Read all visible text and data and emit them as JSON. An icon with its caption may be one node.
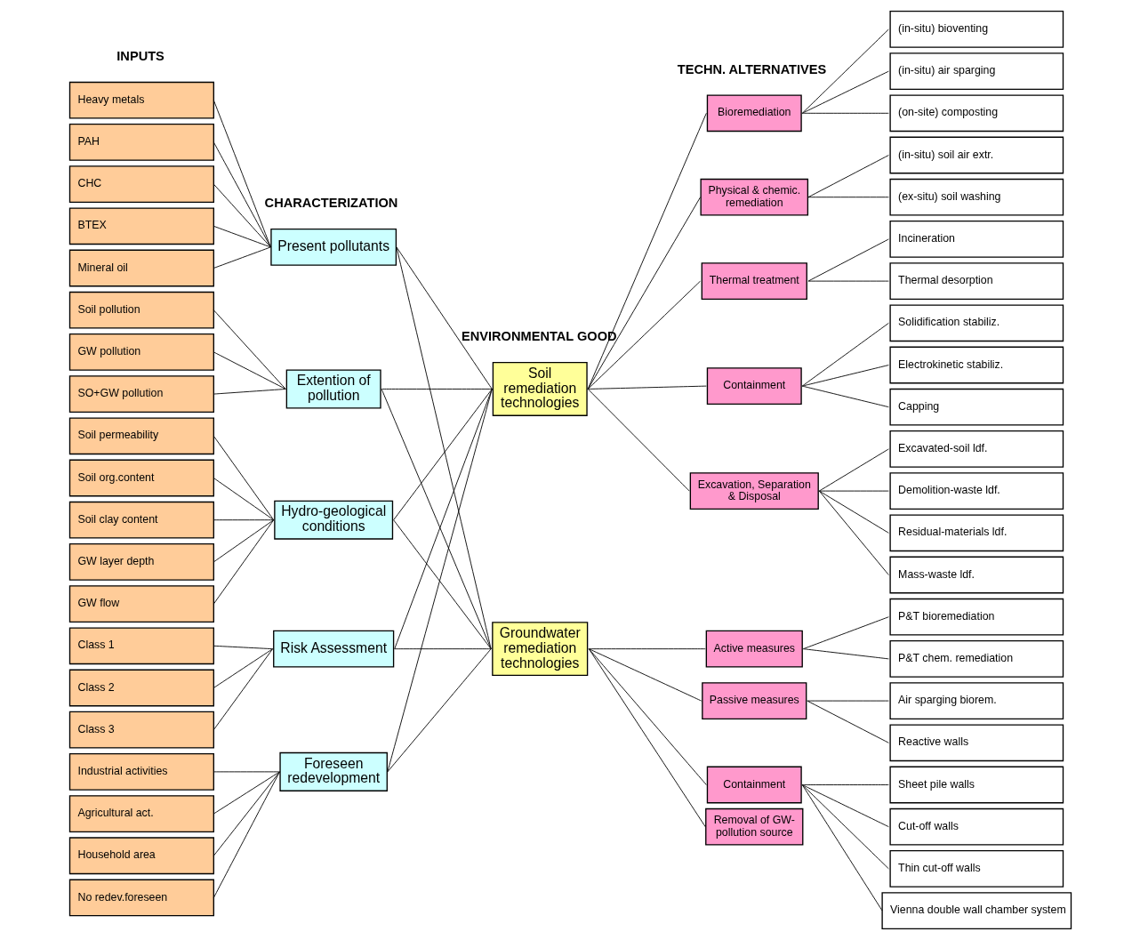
{
  "diagram": {
    "nodes": [
      {
        "text": [
          "Heavy metals"
        ]
      },
      {
        "text": [
          "PAH"
        ]
      },
      {
        "text": [
          "CHC"
        ]
      },
      {
        "text": [
          "BTEX"
        ]
      },
      {
        "text": [
          "Mineral oil"
        ]
      },
      {
        "text": [
          "Soil pollution"
        ]
      },
      {
        "text": [
          "GW pollution"
        ]
      },
      {
        "text": [
          "SO+GW pollution"
        ]
      },
      {
        "text": [
          "Soil permeability"
        ]
      },
      {
        "text": [
          "Soil org.content"
        ]
      },
      {
        "text": [
          "Soil clay content"
        ]
      },
      {
        "text": [
          "GW layer depth"
        ]
      },
      {
        "text": [
          "GW flow"
        ]
      },
      {
        "text": [
          "Class 1"
        ]
      },
      {
        "text": [
          "Class 2"
        ]
      },
      {
        "text": [
          "Class 3"
        ]
      },
      {
        "text": [
          "Industrial activities"
        ]
      },
      {
        "text": [
          "Agricultural act."
        ]
      },
      {
        "text": [
          "Household area"
        ]
      },
      {
        "text": [
          "No redev.foreseen"
        ]
      },
      {
        "text": [
          "Present pollutants"
        ]
      },
      {
        "text": [
          "Extention of pollution"
        ]
      },
      {
        "text": [
          "Hydro-geological conditions"
        ]
      },
      {
        "text": [
          "Risk Assessment"
        ]
      },
      {
        "text": [
          "Foreseen redevelopment"
        ]
      },
      {
        "text": [
          "Soil remediation technologies"
        ]
      },
      {
        "text": [
          "Groundwater remediation technologies"
        ]
      },
      {
        "text": [
          "Bioremediation"
        ]
      },
      {
        "text": [
          "Physical & chemic. remediation"
        ]
      },
      {
        "text": [
          "Thermal treatment"
        ]
      },
      {
        "text": [
          "Containment"
        ]
      },
      {
        "text": [
          "Excavation, Separation & Disposal"
        ]
      },
      {
        "text": [
          "Active measures"
        ]
      },
      {
        "text": [
          "Passive measures"
        ]
      },
      {
        "text": [
          "Containment"
        ]
      },
      {
        "text": [
          "Removal of GW-pollution source"
        ]
      },
      {
        "text": [
          "(in-situ) bioventing"
        ]
      },
      {
        "text": [
          "(in-situ) air sparging"
        ]
      },
      {
        "text": [
          "(on-site) composting"
        ]
      },
      {
        "text": [
          "(in-situ) soil air extr."
        ]
      },
      {
        "text": [
          "(ex-situ) soil washing"
        ]
      },
      {
        "text": [
          "Incineration"
        ]
      },
      {
        "text": [
          "Thermal desorption"
        ]
      },
      {
        "text": [
          "Solidification stabiliz."
        ]
      },
      {
        "text": [
          "Electrokinetic stabiliz."
        ]
      },
      {
        "text": [
          "Capping"
        ]
      },
      {
        "text": [
          "Excavated-soil ldf."
        ]
      },
      {
        "text": [
          "Demolition-waste ldf."
        ]
      },
      {
        "text": [
          "Residual-materials ldf."
        ]
      },
      {
        "text": [
          "Mass-waste ldf."
        ]
      },
      {
        "text": [
          "P&T bioremediation"
        ]
      },
      {
        "text": [
          "P&T chem. remediation"
        ]
      },
      {
        "text": [
          "Air sparging biorem."
        ]
      },
      {
        "text": [
          "Reactive walls"
        ]
      },
      {
        "text": [
          "Sheet pile walls"
        ]
      },
      {
        "text": [
          "Cut-off walls"
        ]
      },
      {
        "text": [
          "Thin cut-off walls"
        ]
      },
      {
        "text": [
          "Vienna double wall chamber system"
        ]
      }
    ],
    "edges": [
      {
        "from": 0,
        "to": 20,
        "arrow": "none"
      },
      {
        "from": 1,
        "to": 20,
        "arrow": "none"
      },
      {
        "from": 2,
        "to": 20,
        "arrow": "none"
      },
      {
        "from": 3,
        "to": 20,
        "arrow": "none"
      },
      {
        "from": 4,
        "to": 20,
        "arrow": "none"
      },
      {
        "from": 5,
        "to": 21,
        "arrow": "none"
      },
      {
        "from": 6,
        "to": 21,
        "arrow": "none"
      },
      {
        "from": 7,
        "to": 21,
        "arrow": "none"
      },
      {
        "from": 8,
        "to": 22,
        "arrow": "none"
      },
      {
        "from": 9,
        "to": 22,
        "arrow": "none"
      },
      {
        "from": 10,
        "to": 22,
        "arrow": "none"
      },
      {
        "from": 11,
        "to": 22,
        "arrow": "none"
      },
      {
        "from": 12,
        "to": 22,
        "arrow": "none"
      },
      {
        "from": 13,
        "to": 23,
        "arrow": "none"
      },
      {
        "from": 14,
        "to": 23,
        "arrow": "none"
      },
      {
        "from": 15,
        "to": 23,
        "arrow": "none"
      },
      {
        "from": 16,
        "to": 24,
        "arrow": "none"
      },
      {
        "from": 17,
        "to": 24,
        "arrow": "none"
      },
      {
        "from": 18,
        "to": 24,
        "arrow": "none"
      },
      {
        "from": 19,
        "to": 24,
        "arrow": "none"
      },
      {
        "from": 20,
        "to": 25,
        "arrow": "none"
      },
      {
        "from": 20,
        "to": 26,
        "arrow": "none"
      },
      {
        "from": 21,
        "to": 25,
        "arrow": "none"
      },
      {
        "from": 21,
        "to": 26,
        "arrow": "none"
      },
      {
        "from": 22,
        "to": 25,
        "arrow": "none"
      },
      {
        "from": 22,
        "to": 26,
        "arrow": "none"
      },
      {
        "from": 23,
        "to": 25,
        "arrow": "none"
      },
      {
        "from": 23,
        "to": 26,
        "arrow": "none"
      },
      {
        "from": 24,
        "to": 25,
        "arrow": "none"
      },
      {
        "from": 24,
        "to": 26,
        "arrow": "none"
      },
      {
        "from": 25,
        "to": 27,
        "arrow": "none"
      },
      {
        "from": 25,
        "to": 28,
        "arrow": "none"
      },
      {
        "from": 25,
        "to": 29,
        "arrow": "none"
      },
      {
        "from": 25,
        "to": 30,
        "arrow": "none"
      },
      {
        "from": 25,
        "to": 31,
        "arrow": "none"
      },
      {
        "from": 26,
        "to": 32,
        "arrow": "none"
      },
      {
        "from": 26,
        "to": 33,
        "arrow": "none"
      },
      {
        "from": 26,
        "to": 34,
        "arrow": "none"
      },
      {
        "from": 26,
        "to": 35,
        "arrow": "none"
      },
      {
        "from": 27,
        "to": 36,
        "arrow": "none"
      },
      {
        "from": 27,
        "to": 37,
        "arrow": "none"
      },
      {
        "from": 27,
        "to": 38,
        "arrow": "none"
      },
      {
        "from": 28,
        "to": 39,
        "arrow": "none"
      },
      {
        "from": 28,
        "to": 40,
        "arrow": "none"
      },
      {
        "from": 29,
        "to": 41,
        "arrow": "none"
      },
      {
        "from": 29,
        "to": 42,
        "arrow": "none"
      },
      {
        "from": 30,
        "to": 43,
        "arrow": "none"
      },
      {
        "from": 30,
        "to": 44,
        "arrow": "none"
      },
      {
        "from": 30,
        "to": 45,
        "arrow": "none"
      },
      {
        "from": 31,
        "to": 46,
        "arrow": "none"
      },
      {
        "from": 31,
        "to": 47,
        "arrow": "none"
      },
      {
        "from": 31,
        "to": 48,
        "arrow": "none"
      },
      {
        "from": 31,
        "to": 49,
        "arrow": "none"
      },
      {
        "from": 32,
        "to": 50,
        "arrow": "none"
      },
      {
        "from": 32,
        "to": 51,
        "arrow": "none"
      },
      {
        "from": 33,
        "to": 52,
        "arrow": "none"
      },
      {
        "from": 33,
        "to": 53,
        "arrow": "none"
      },
      {
        "from": 34,
        "to": 54,
        "arrow": "none"
      },
      {
        "from": 34,
        "to": 55,
        "arrow": "none"
      },
      {
        "from": 34,
        "to": 56,
        "arrow": "none"
      },
      {
        "from": 34,
        "to": 57,
        "arrow": "none"
      }
    ],
    "labels": [
      "INPUTS",
      "CHARACTERIZATION",
      "ENVIRONMENTAL GOOD",
      "TECHN. ALTERNATIVES"
    ]
  }
}
